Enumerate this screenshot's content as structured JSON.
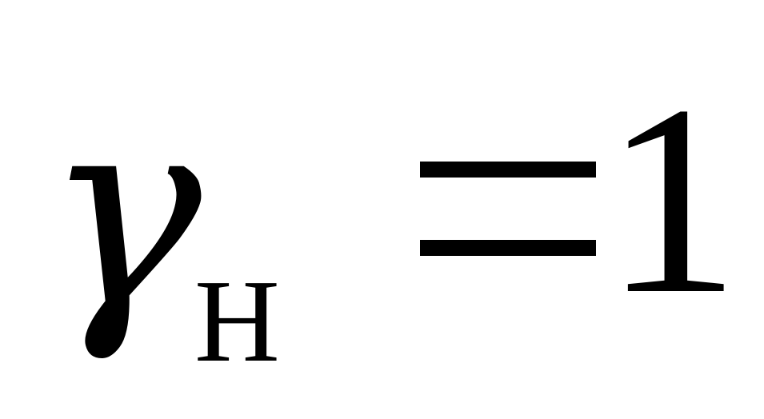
{
  "formula": {
    "symbol": "γ",
    "subscript": "Н",
    "value": "1"
  },
  "colors": {
    "text": "#000000",
    "background": "#ffffff"
  }
}
